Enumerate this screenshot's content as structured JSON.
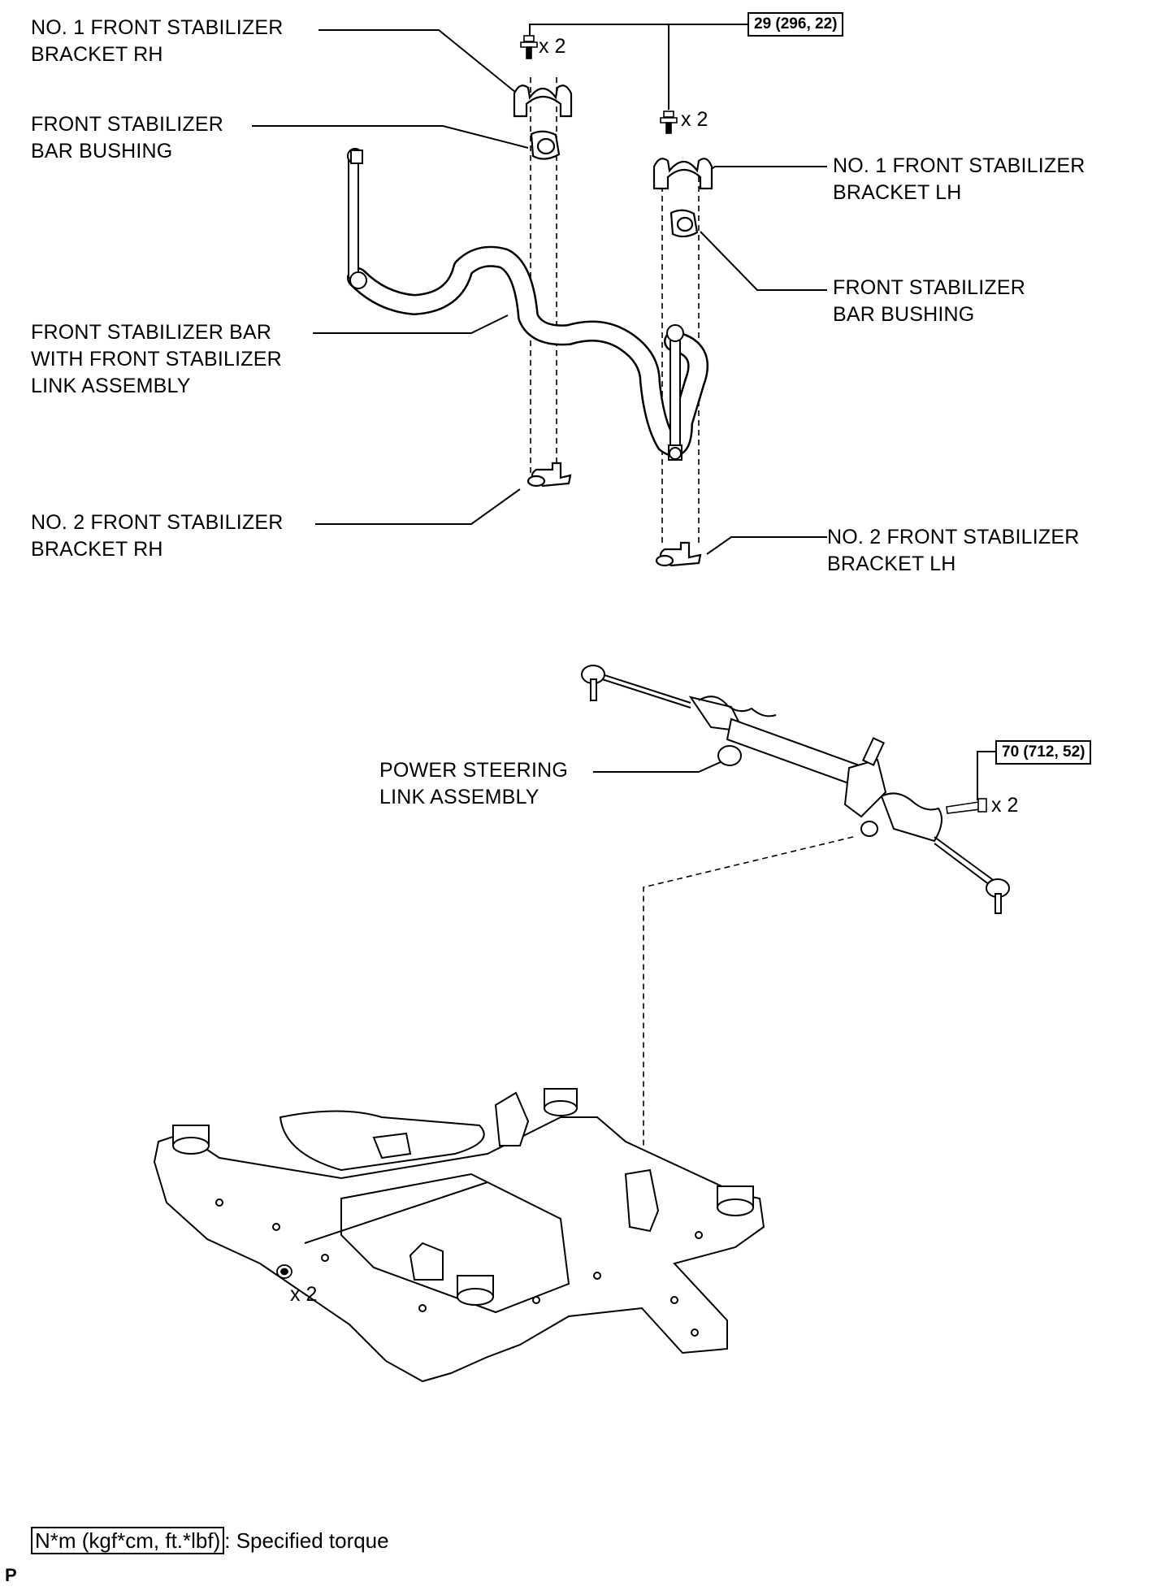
{
  "labels": {
    "bracket_rh_no1": "NO. 1 FRONT STABILIZER\nBRACKET RH",
    "bushing_rh": "FRONT STABILIZER\nBAR BUSHING",
    "stabilizer_bar": "FRONT STABILIZER BAR\nWITH FRONT STABILIZER\nLINK ASSEMBLY",
    "bracket_rh_no2": "NO. 2 FRONT STABILIZER\nBRACKET RH",
    "bracket_lh_no1": "NO. 1 FRONT STABILIZER\nBRACKET LH",
    "bushing_lh": "FRONT STABILIZER\nBAR BUSHING",
    "bracket_lh_no2": "NO. 2 FRONT STABILIZER\nBRACKET LH",
    "steering_link": "POWER STEERING\nLINK ASSEMBLY"
  },
  "torques": {
    "stabilizer_bolts": "29 (296, 22)",
    "steering_bolts": "70 (712, 52)"
  },
  "quantities": {
    "rh_bolts": "x 2",
    "lh_bolts": "x 2",
    "steering_bolts": "x 2",
    "frame_nuts": "x 2"
  },
  "legend": {
    "unit_box": "N*m (kgf*cm, ft.*lbf)",
    "unit_text": ": Specified torque"
  },
  "figure_code": "P"
}
